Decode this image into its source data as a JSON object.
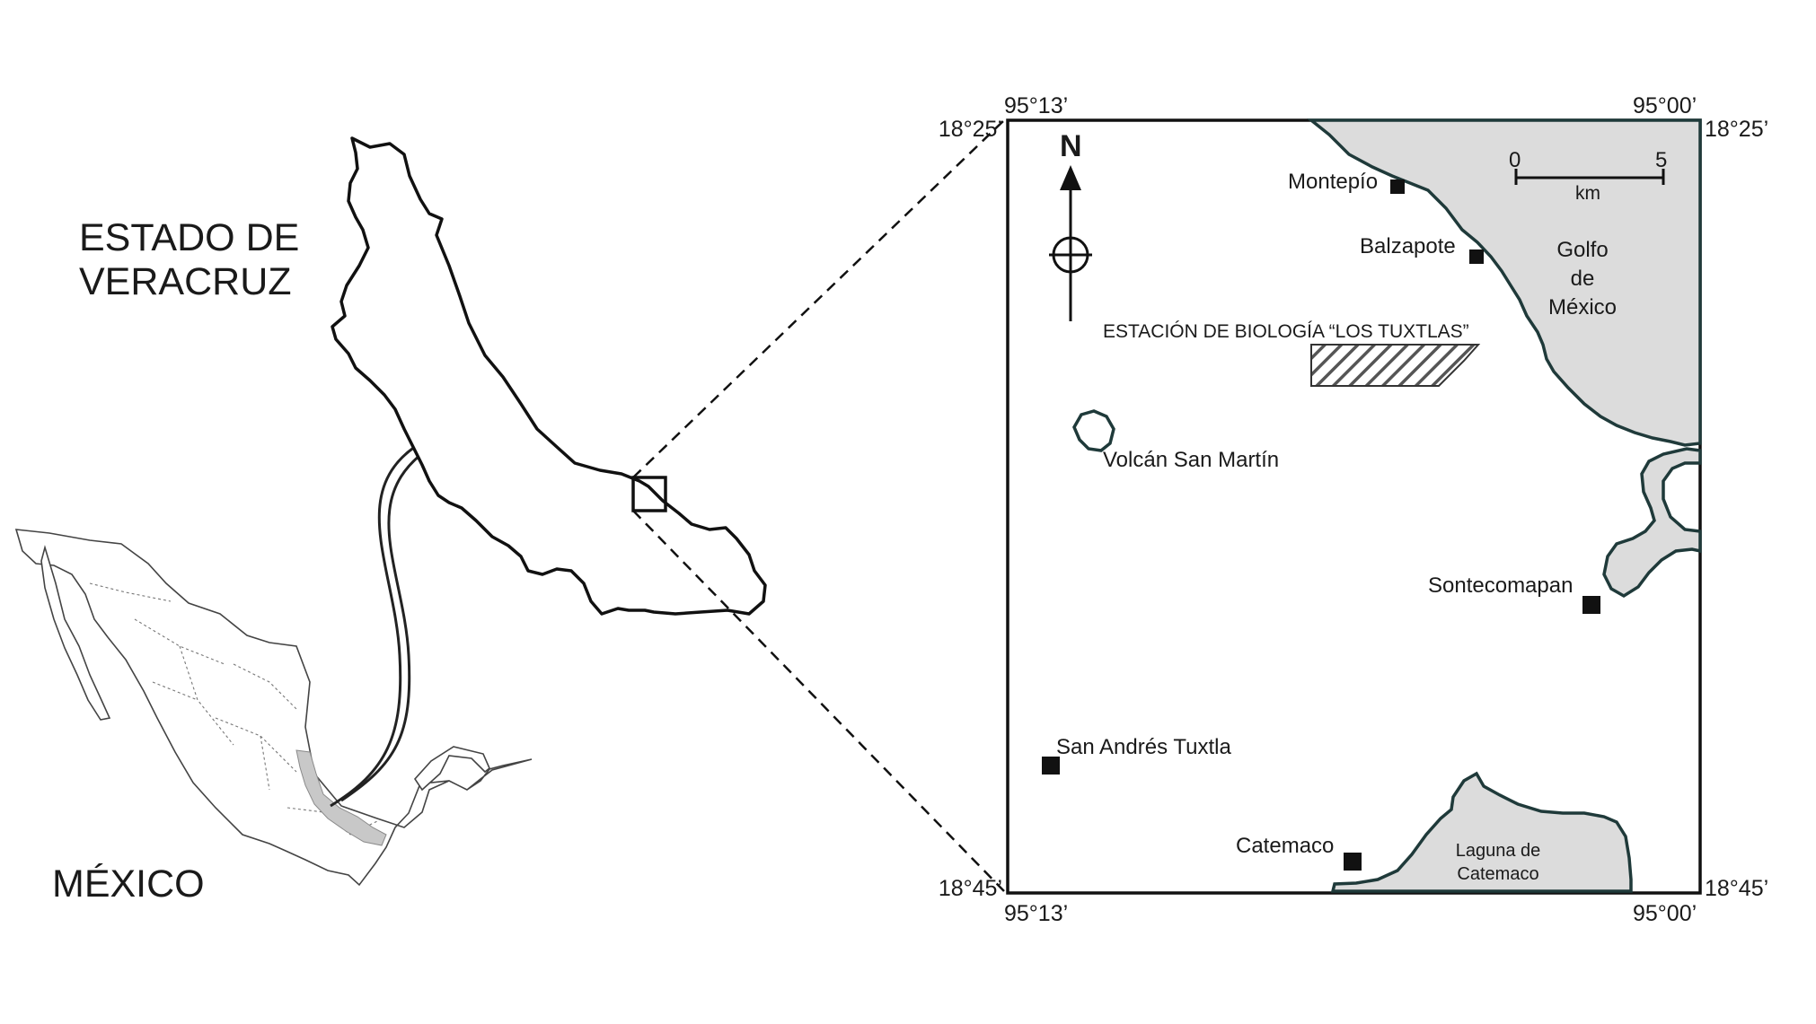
{
  "overview": {
    "country_label": "MÉXICO",
    "state_label_line1": "ESTADO DE",
    "state_label_line2": "VERACRUZ"
  },
  "detail_map": {
    "coordinates": {
      "top_left_lon": "95°13’",
      "top_right_lon": "95°00’",
      "bottom_left_lon": "95°13’",
      "bottom_right_lon": "95°00’",
      "top_left_lat": "18°25’",
      "top_right_lat": "18°25’",
      "bottom_left_lat": "18°45’",
      "bottom_right_lat": "18°45’"
    },
    "north_arrow": "N",
    "scale_bar": {
      "min": "0",
      "max": "5",
      "unit": "km"
    },
    "water_bodies": {
      "gulf": [
        "Golfo",
        "de",
        "México"
      ],
      "lagoon": [
        "Laguna de",
        "Catemaco"
      ]
    },
    "places": {
      "montepio": "Montepío",
      "balzapote": "Balzapote",
      "sontecomapan": "Sontecomapan",
      "san_andres": "San Andrés Tuxtla",
      "catemaco": "Catemaco"
    },
    "volcano": "Volcán San Martín",
    "station": "ESTACIÓN DE BIOLOGÍA “LOS TUXTLAS”",
    "colors": {
      "water_fill": "#dcdcdc",
      "veracruz_highlight": "#c8c8c8",
      "station_hatch": "#555555",
      "outline": "#111111"
    }
  }
}
